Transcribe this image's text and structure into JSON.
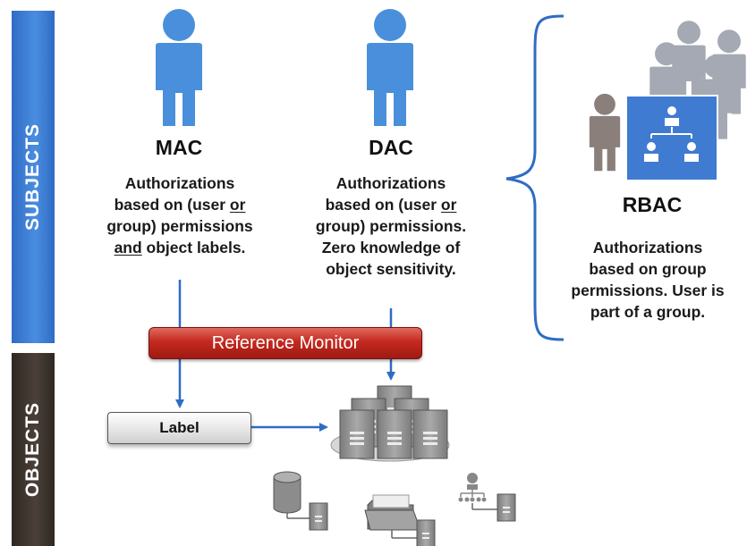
{
  "bands": {
    "subjects": "SUBJECTS",
    "objects": "OBJECTS"
  },
  "mac": {
    "title": "MAC",
    "lines": [
      "Authorizations",
      "based on (user ",
      "or",
      "group) permissions",
      "and",
      " object labels."
    ]
  },
  "dac": {
    "title": "DAC",
    "lines": [
      "Authorizations",
      "based on (user ",
      "or",
      "group) permissions.",
      "Zero knowledge of",
      "object sensitivity."
    ]
  },
  "rbac": {
    "title": "RBAC",
    "lines": [
      "Authorizations",
      "based on group",
      "permissions. User is",
      "part of a group."
    ]
  },
  "reference_monitor": "Reference Monitor",
  "label_box": "Label",
  "colors": {
    "person_blue": "#4a8fdc",
    "reference_red": "#c4291f",
    "server_gray": "#8c8c8c",
    "arrow_blue": "#2f6cc4"
  },
  "icons": [
    "person-icon",
    "user-group-icon",
    "server-stack-icon",
    "database-icon",
    "folder-icon",
    "hierarchy-icon"
  ]
}
